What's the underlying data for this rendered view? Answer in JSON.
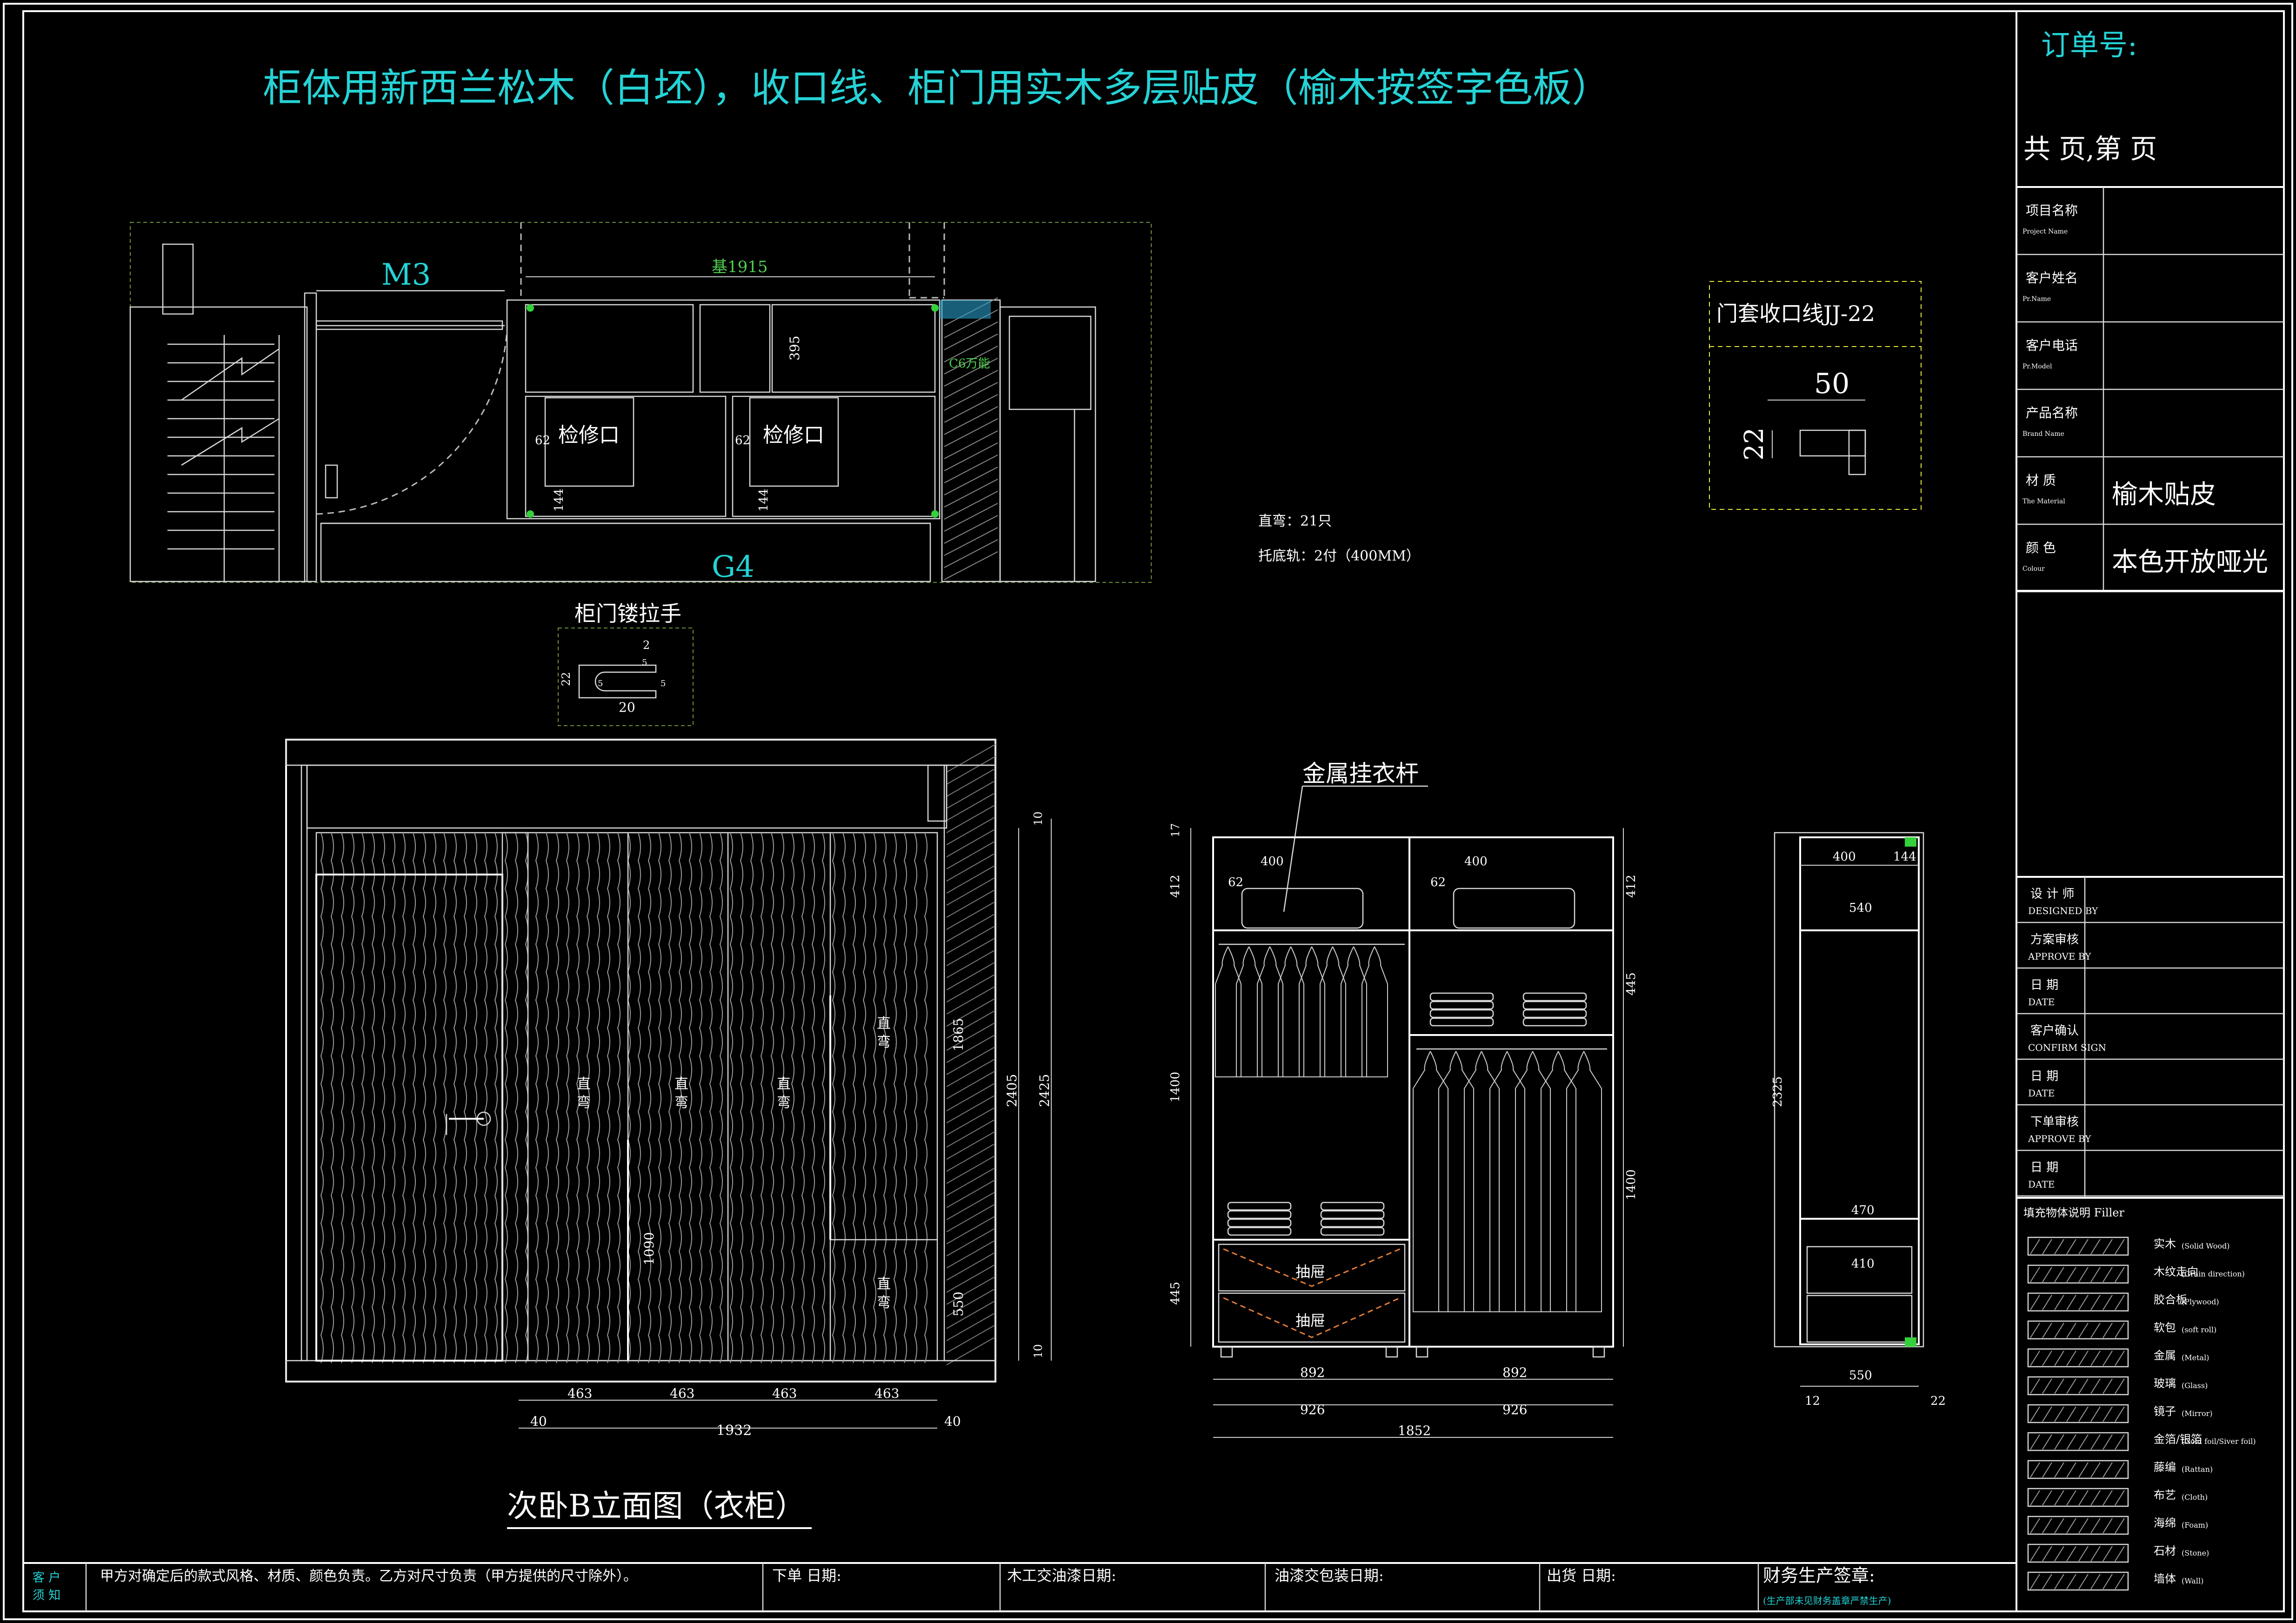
{
  "header": {
    "title": "柜体用新西兰松木（白坯），收口线、柜门用实木多层贴皮（榆木按签字色板）"
  },
  "title_block": {
    "order_no_label": "订单号:",
    "page_label": "共  页,第  页",
    "rows": [
      {
        "zh": "项目名称",
        "en": "Project Name",
        "value": ""
      },
      {
        "zh": "客户姓名",
        "en": "Pr.Name",
        "value": ""
      },
      {
        "zh": "客户电话",
        "en": "Pr.Model",
        "value": ""
      },
      {
        "zh": "产品名称",
        "en": "Brand Name",
        "value": ""
      },
      {
        "zh": "材 质",
        "en": "The Material",
        "value": "榆木贴皮"
      },
      {
        "zh": "颜 色",
        "en": "Colour",
        "value": "本色开放哑光"
      }
    ],
    "sign_rows": [
      {
        "zh": "设 计 师",
        "en": "DESIGNED BY"
      },
      {
        "zh": "方案审核",
        "en": "APPROVE BY"
      },
      {
        "zh": "日 期",
        "en": "DATE"
      },
      {
        "zh": "客户确认",
        "en": "CONFIRM SIGN"
      },
      {
        "zh": "日 期",
        "en": "DATE"
      },
      {
        "zh": "下单审核",
        "en": "APPROVE BY"
      },
      {
        "zh": "日 期",
        "en": "DATE"
      }
    ],
    "filler_title": "填充物体说明 Filler",
    "filler_items": [
      {
        "zh": "实木",
        "en": "(Solid Wood)"
      },
      {
        "zh": "木纹走向",
        "en": "(Grain direction)"
      },
      {
        "zh": "胶合板",
        "en": "(Plywood)"
      },
      {
        "zh": "软包",
        "en": "(soft roll)"
      },
      {
        "zh": "金属",
        "en": "(Metal)"
      },
      {
        "zh": "玻璃",
        "en": "(Glass)"
      },
      {
        "zh": "镜子",
        "en": "(Mirror)"
      },
      {
        "zh": "金箔/银箔",
        "en": "(Gold foil/Siver foil)"
      },
      {
        "zh": "藤编",
        "en": "(Rattan)"
      },
      {
        "zh": "布艺",
        "en": "(Cloth)"
      },
      {
        "zh": "海绵",
        "en": "(Foam)"
      },
      {
        "zh": "石材",
        "en": "(Stone)"
      },
      {
        "zh": "墙体",
        "en": "(Wall)"
      }
    ]
  },
  "plan": {
    "label_m3": "M3",
    "label_g4": "G4",
    "dim_top": "基1915",
    "access_1": "检修口",
    "access_2": "检修口",
    "dim_395": "395",
    "dim_62a": "62",
    "dim_62b": "62",
    "dim_144a": "144",
    "dim_144b": "144",
    "green_tag": "C6万能"
  },
  "notes": {
    "hinge": "直弯：21只",
    "rail": "托底轨：2付（400MM）"
  },
  "trim_detail": {
    "title": "门套收口线JJ-22",
    "w": "50",
    "h": "22"
  },
  "handle_detail": {
    "title": "柜门镂拉手",
    "d_2": "2",
    "d_22": "22",
    "d_20": "20",
    "d_5a": "5",
    "d_5b": "5",
    "d_5c": "5"
  },
  "elevation": {
    "title": "次卧B立面图（衣柜）",
    "door_labels": [
      "直\n弯",
      "直\n弯",
      "直\n弯",
      "直\n弯",
      "直\n弯"
    ],
    "dims_bottom": [
      "463",
      "463",
      "463",
      "463"
    ],
    "dim_total": "1932",
    "dim_left": "40",
    "dim_right": "40",
    "dim_1865": "1865",
    "dim_2405": "2405",
    "dim_2425": "2425",
    "dim_10a": "10",
    "dim_10b": "10",
    "dim_550": "550",
    "dim_1090": "1090"
  },
  "interior": {
    "rod_label": "金属挂衣杆",
    "d_400a": "400",
    "d_400b": "400",
    "d_62a": "62",
    "d_62b": "62",
    "d_412a": "412",
    "d_412b": "412",
    "d_17": "17",
    "d_1400a": "1400",
    "d_1400b": "1400",
    "d_445a": "445",
    "d_445b": "445",
    "drawer1": "抽屉",
    "drawer2": "抽屉",
    "d_892a": "892",
    "d_892b": "892",
    "d_926a": "926",
    "d_926b": "926",
    "d_1852": "1852"
  },
  "section": {
    "d_400": "400",
    "d_144": "144",
    "d_540": "540",
    "d_2325": "2325",
    "d_470": "470",
    "d_410": "410",
    "d_550": "550",
    "d_12": "12",
    "d_22": "22"
  },
  "footer": {
    "customer_notice": "客 户\n须 知",
    "notice_text": "甲方对确定后的款式风格、材质、颜色负责。乙方对尺寸负责（甲方提供的尺寸除外）。",
    "order_date": "下单 日期:",
    "paint_date": "木工交油漆日期:",
    "pack_date": "油漆交包装日期:",
    "ship_date": "出货 日期:",
    "finance_sign": "财务生产签章:",
    "finance_note": "(生产部未见财务盖章严禁生产)"
  }
}
